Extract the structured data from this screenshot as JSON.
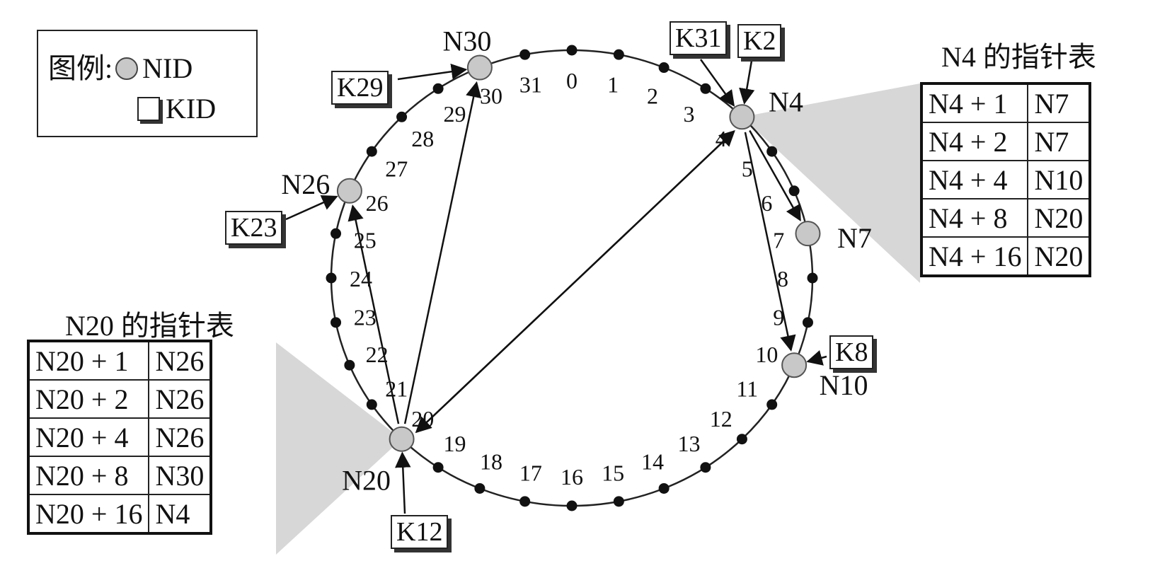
{
  "legend": {
    "prefix": "图例:",
    "node_label": "NID",
    "key_label": "KID"
  },
  "ring": {
    "positions": [
      "0",
      "1",
      "2",
      "3",
      "4",
      "5",
      "6",
      "7",
      "8",
      "9",
      "10",
      "11",
      "12",
      "13",
      "14",
      "15",
      "16",
      "17",
      "18",
      "19",
      "20",
      "21",
      "22",
      "23",
      "24",
      "25",
      "26",
      "27",
      "28",
      "29",
      "30",
      "31"
    ],
    "nodes": [
      {
        "id": 4,
        "label": "N4"
      },
      {
        "id": 7,
        "label": "N7"
      },
      {
        "id": 10,
        "label": "N10"
      },
      {
        "id": 20,
        "label": "N20"
      },
      {
        "id": 26,
        "label": "N26"
      },
      {
        "id": 30,
        "label": "N30"
      }
    ],
    "keys": [
      {
        "label": "K31",
        "node": 4
      },
      {
        "label": "K2",
        "node": 4
      },
      {
        "label": "K8",
        "node": 10
      },
      {
        "label": "K12",
        "node": 20
      },
      {
        "label": "K23",
        "node": 26
      },
      {
        "label": "K29",
        "node": 30
      }
    ],
    "finger_arrows": [
      {
        "from": 4,
        "to": 7
      },
      {
        "from": 4,
        "to": 10
      },
      {
        "from": 4,
        "to": 20
      },
      {
        "from": 20,
        "to": 26
      },
      {
        "from": 20,
        "to": 30
      },
      {
        "from": 20,
        "to": 4
      }
    ]
  },
  "finger_tables": {
    "n4": {
      "title": "N4 的指针表",
      "rows": [
        {
          "entry": "N4 + 1",
          "node": "N7"
        },
        {
          "entry": "N4 + 2",
          "node": "N7"
        },
        {
          "entry": "N4 + 4",
          "node": "N10"
        },
        {
          "entry": "N4 + 8",
          "node": "N20"
        },
        {
          "entry": "N4 + 16",
          "node": "N20"
        }
      ]
    },
    "n20": {
      "title": "N20 的指针表",
      "rows": [
        {
          "entry": "N20 + 1",
          "node": "N26"
        },
        {
          "entry": "N20 + 2",
          "node": "N26"
        },
        {
          "entry": "N20 + 4",
          "node": "N26"
        },
        {
          "entry": "N20 + 8",
          "node": "N30"
        },
        {
          "entry": "N20 + 16",
          "node": "N4"
        }
      ]
    }
  },
  "colors": {
    "node_fill": "#c8c8c8",
    "dot": "#111111",
    "shade": "#d7d7d7"
  }
}
